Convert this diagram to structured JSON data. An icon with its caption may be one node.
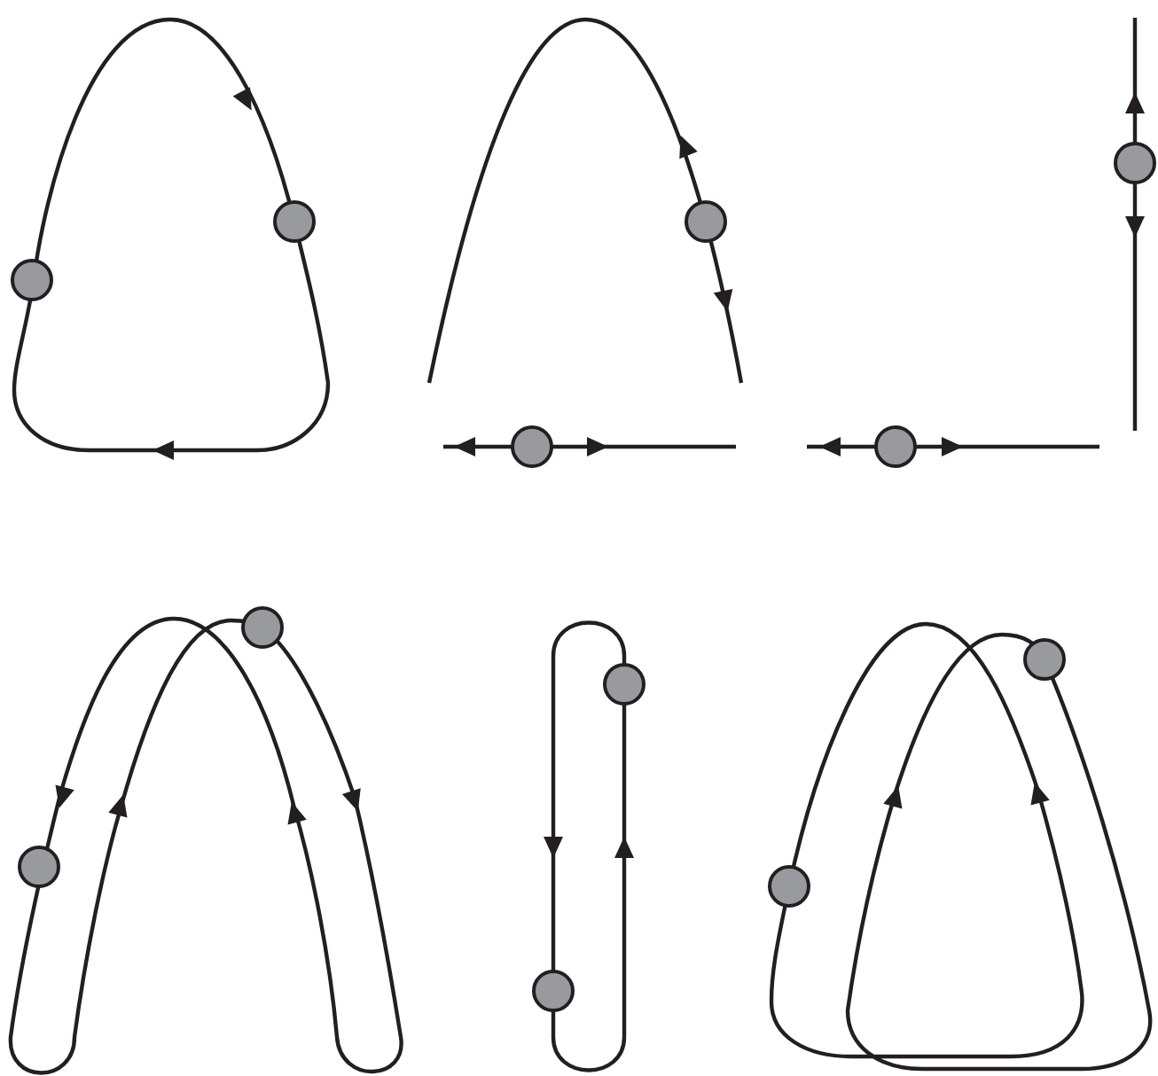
{
  "diagram": {
    "nodes": [
      {
        "text": [],
        "shape": "circle"
      },
      {
        "text": [],
        "shape": "circle"
      },
      {
        "text": [],
        "shape": "circle"
      },
      {
        "text": [],
        "shape": "circle"
      },
      {
        "text": [],
        "shape": "circle"
      },
      {
        "text": [],
        "shape": "circle"
      },
      {
        "text": [],
        "shape": "circle"
      },
      {
        "text": [],
        "shape": "circle"
      },
      {
        "text": [],
        "shape": "circle"
      },
      {
        "text": [],
        "shape": "circle"
      },
      {
        "text": [],
        "shape": "circle"
      },
      {
        "text": [],
        "shape": "circle"
      }
    ]
  }
}
